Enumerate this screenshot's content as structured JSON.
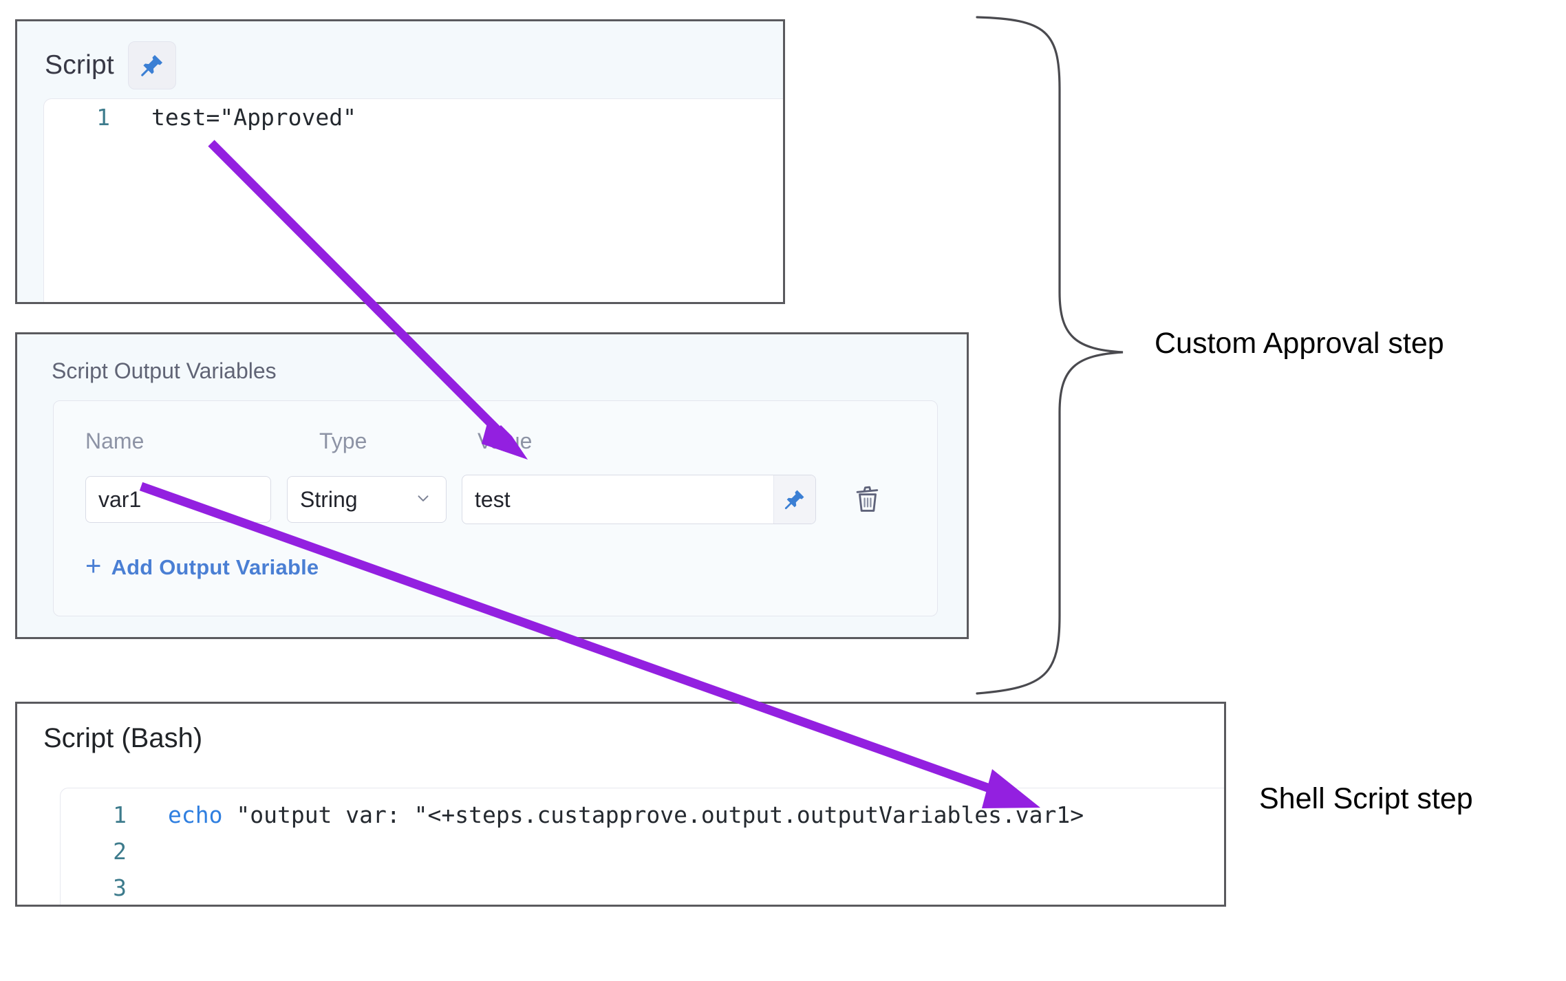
{
  "script_panel": {
    "title": "Script",
    "pin_icon": "pin-icon",
    "code": {
      "lines": [
        {
          "number": "1",
          "text": "test=\"Approved\""
        }
      ]
    }
  },
  "output_variables_panel": {
    "title": "Script Output Variables",
    "columns": [
      "Name",
      "Type",
      "Value"
    ],
    "rows": [
      {
        "name": "var1",
        "type": "String",
        "value": "test",
        "type_chevron": "chevron-down-icon",
        "pin_icon": "pin-icon",
        "delete_icon": "trash-icon"
      }
    ],
    "add_link": {
      "plus": "+",
      "label": "Add Output Variable"
    }
  },
  "bash_panel": {
    "title": "Script (Bash)",
    "code": {
      "lines": [
        {
          "number": "1",
          "keyword": "echo",
          "rest": " \"output var: \"<+steps.custapprove.output.outputVariables.var1>"
        },
        {
          "number": "2",
          "keyword": "",
          "rest": ""
        },
        {
          "number": "3",
          "keyword": "",
          "rest": ""
        }
      ]
    }
  },
  "annotations": {
    "custom_approval": "Custom Approval step",
    "shell_script": "Shell Script step",
    "arrow_color": "#9320e0",
    "brace_color": "#4a4a4f"
  },
  "colors": {
    "panel_border": "#5a5a5e",
    "panel_bg": "#f4f9fc",
    "link_blue": "#4a7fd4",
    "pin_blue": "#3b7fd4",
    "line_number": "#3d7b8c",
    "keyword_blue": "#2f7fe0"
  }
}
